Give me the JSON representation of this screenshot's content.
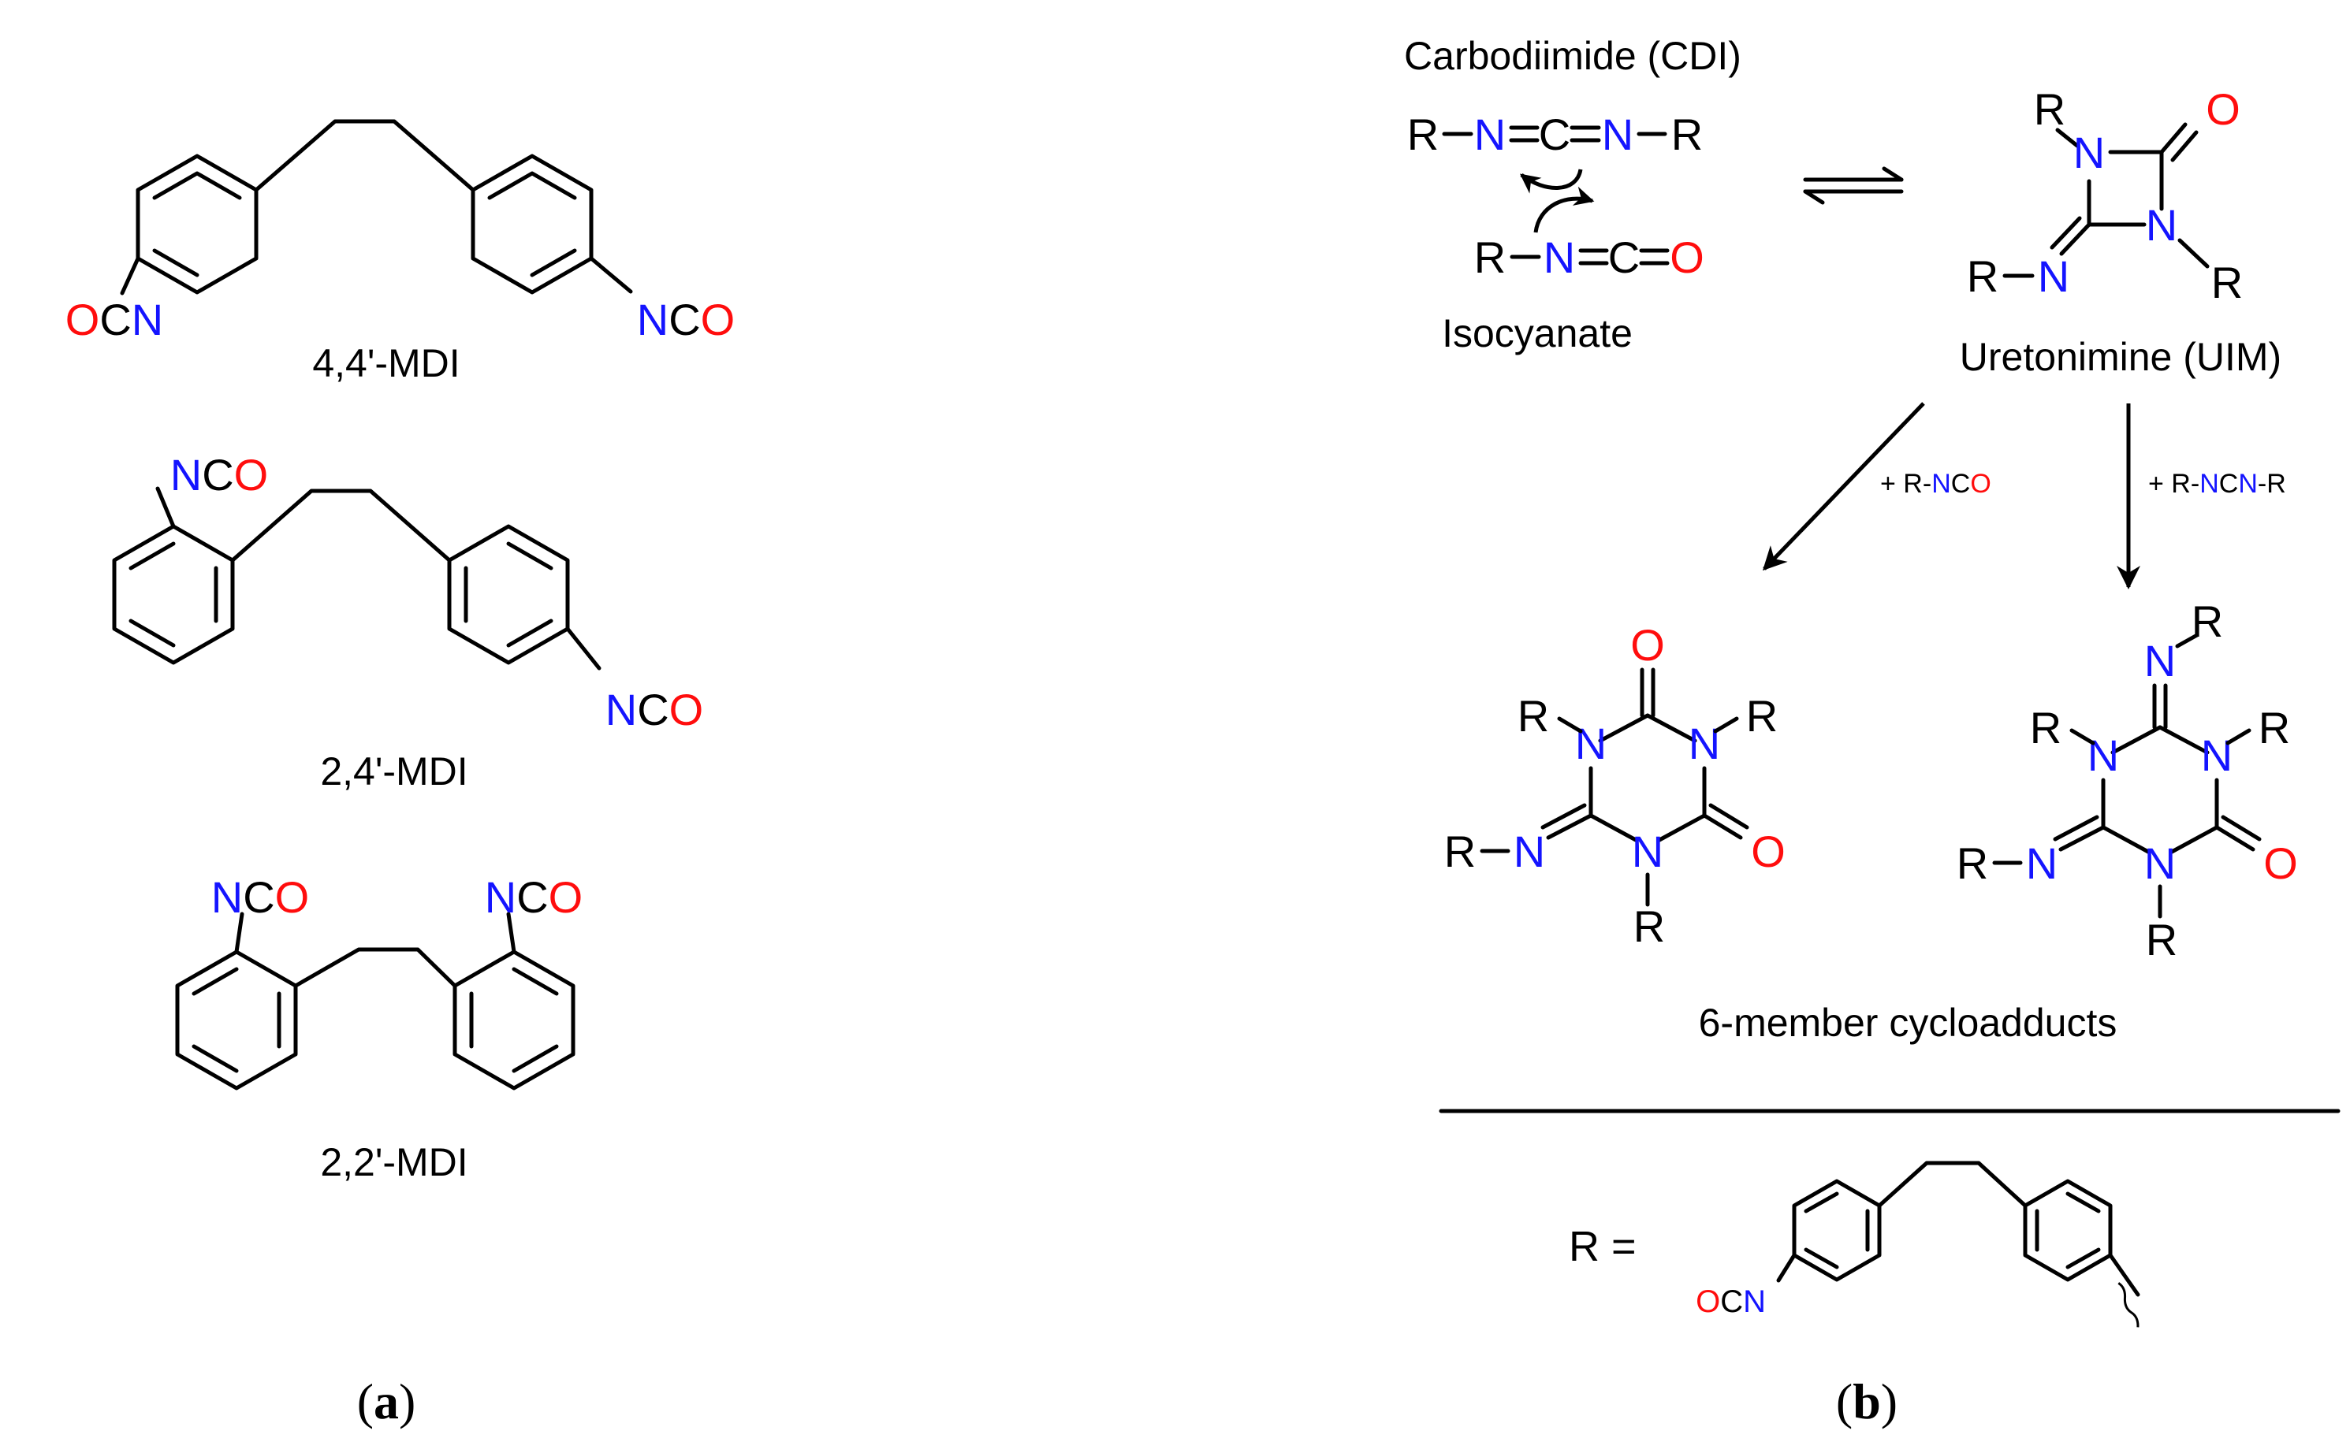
{
  "colors": {
    "nitrogen": "#1414ff",
    "oxygen": "#ff0d0d",
    "bond": "#000000"
  },
  "atoms": {
    "R": "R",
    "N": "N",
    "C": "C",
    "O": "O"
  },
  "panel_a": {
    "label_paren_open": "(",
    "label_letter": "a",
    "label_paren_close": ")",
    "mdi_44": {
      "name": "4,4'-MDI"
    },
    "mdi_24": {
      "name": "2,4'-MDI"
    },
    "mdi_22": {
      "name": "2,2'-MDI"
    }
  },
  "panel_b": {
    "label_paren_open": "(",
    "label_letter": "b",
    "label_paren_close": ")",
    "cdi_label": "Carbodiimide (CDI)",
    "isocyanate_label": "Isocyanate",
    "uim_label": "Uretonimine (UIM)",
    "reagent_left": {
      "prefix": "+ R-",
      "n": "N",
      "c": "C",
      "o": "O"
    },
    "reagent_right": {
      "prefix": "+ R-",
      "n": "N",
      "c": "C",
      "n2": "N",
      "suffix": "-R"
    },
    "cycloadducts_label": "6-member cycloadducts",
    "r_definition": "R ="
  }
}
